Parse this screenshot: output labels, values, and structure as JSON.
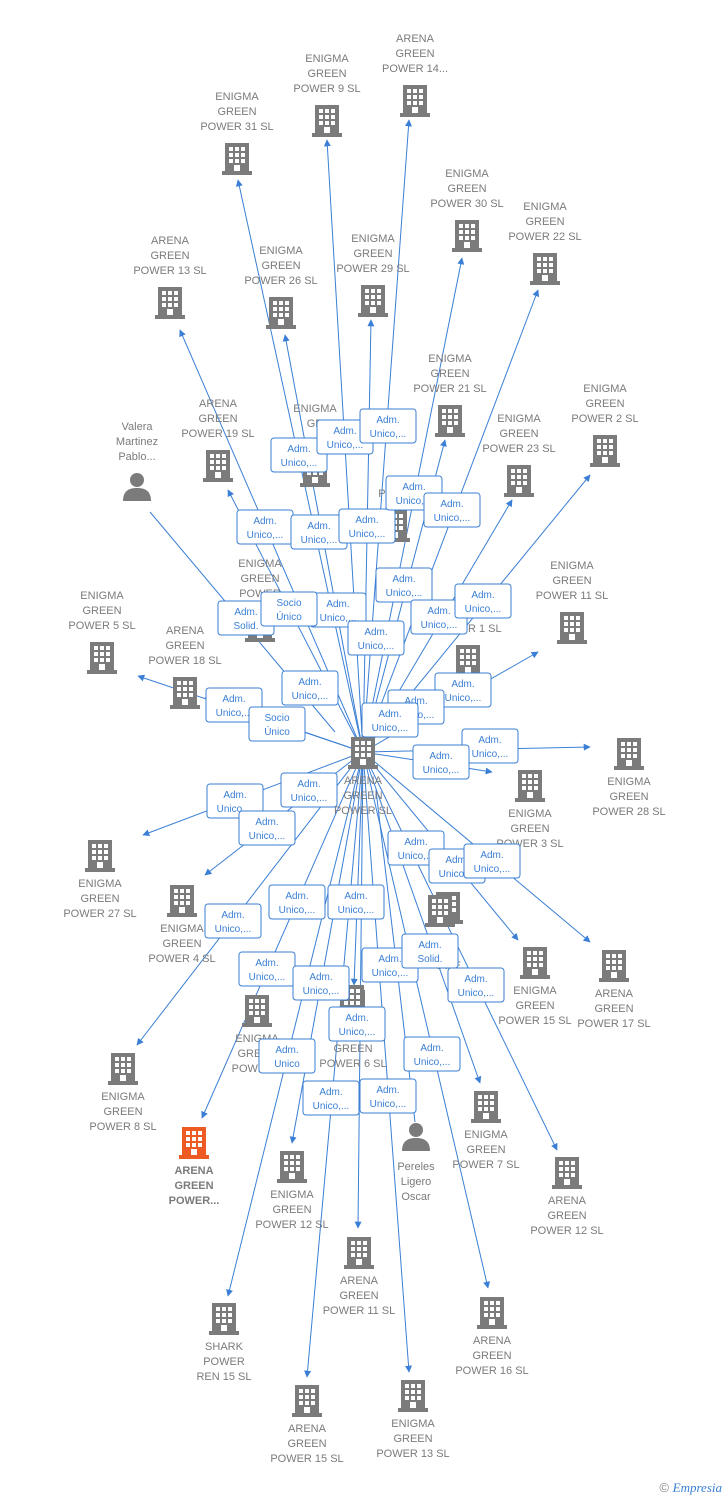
{
  "colors": {
    "edge": "#3a7fd5",
    "node": "#7b7b7b",
    "highlight": "#ee5a24",
    "label": "#7b7b7b"
  },
  "center": {
    "label": [
      "ARENA",
      "GREEN",
      "POWER  SL"
    ]
  },
  "nodes": [
    {
      "id": "arena14",
      "label": [
        "ARENA",
        "GREEN",
        "POWER 14..."
      ],
      "kind": "company"
    },
    {
      "id": "enigma9",
      "label": [
        "ENIGMA",
        "GREEN",
        "POWER 9  SL"
      ],
      "kind": "company"
    },
    {
      "id": "enigma31",
      "label": [
        "ENIGMA",
        "GREEN",
        "POWER 31  SL"
      ],
      "kind": "company"
    },
    {
      "id": "enigma30",
      "label": [
        "ENIGMA",
        "GREEN",
        "POWER 30  SL"
      ],
      "kind": "company"
    },
    {
      "id": "enigma22",
      "label": [
        "ENIGMA",
        "GREEN",
        "POWER 22  SL"
      ],
      "kind": "company"
    },
    {
      "id": "arena13",
      "label": [
        "ARENA",
        "GREEN",
        "POWER 13  SL"
      ],
      "kind": "company"
    },
    {
      "id": "enigma26",
      "label": [
        "ENIGMA",
        "GREEN",
        "POWER 26  SL"
      ],
      "kind": "company"
    },
    {
      "id": "enigma29",
      "label": [
        "ENIGMA",
        "GREEN",
        "POWER 29  SL"
      ],
      "kind": "company"
    },
    {
      "id": "enigma21",
      "label": [
        "ENIGMA",
        "GREEN",
        "POWER 21  SL"
      ],
      "kind": "company"
    },
    {
      "id": "enigma2",
      "label": [
        "ENIGMA",
        "GREEN",
        "POWER 2  SL"
      ],
      "kind": "company"
    },
    {
      "id": "valera",
      "label": [
        "Valera",
        "Martinez",
        "Pablo..."
      ],
      "kind": "person"
    },
    {
      "id": "arena19",
      "label": [
        "ARENA",
        "GREEN",
        "POWER 19  SL"
      ],
      "kind": "company"
    },
    {
      "id": "enigma23",
      "label": [
        "ENIGMA",
        "GREEN",
        "POWER 23  SL"
      ],
      "kind": "company"
    },
    {
      "id": "enigma11",
      "label": [
        "ENIGMA",
        "GREEN",
        "POWER 11  SL"
      ],
      "kind": "company"
    },
    {
      "id": "enigma5",
      "label": [
        "ENIGMA",
        "GREEN",
        "POWER 5  SL"
      ],
      "kind": "company"
    },
    {
      "id": "arena18",
      "label": [
        "ARENA",
        "GREEN",
        "POWER 18  SL"
      ],
      "kind": "company"
    },
    {
      "id": "enigma28",
      "label": [
        "ENIGMA",
        "GREEN",
        "POWER 28  SL"
      ],
      "kind": "company"
    },
    {
      "id": "enigma3",
      "label": [
        "ENIGMA",
        "GREEN",
        "POWER 3  SL"
      ],
      "kind": "company"
    },
    {
      "id": "enigma27",
      "label": [
        "ENIGMA",
        "GREEN",
        "POWER 27  SL"
      ],
      "kind": "company"
    },
    {
      "id": "enigma4",
      "label": [
        "ENIGMA",
        "GREEN",
        "POWER 4  SL"
      ],
      "kind": "company"
    },
    {
      "id": "enigma15",
      "label": [
        "ENIGMA",
        "GREEN",
        "POWER 15  SL"
      ],
      "kind": "company"
    },
    {
      "id": "arena17",
      "label": [
        "ARENA",
        "GREEN",
        "POWER 17  SL"
      ],
      "kind": "company"
    },
    {
      "id": "enigma8",
      "label": [
        "ENIGMA",
        "GREEN",
        "POWER 8  SL"
      ],
      "kind": "company"
    },
    {
      "id": "arenaHL",
      "label": [
        "ARENA",
        "GREEN",
        "POWER..."
      ],
      "kind": "highlight"
    },
    {
      "id": "enigma6",
      "label": [
        "ENIGMA",
        "GREEN",
        "POWER 6  SL"
      ],
      "kind": "company"
    },
    {
      "id": "enigma7",
      "label": [
        "ENIGMA",
        "GREEN",
        "POWER 7  SL"
      ],
      "kind": "company"
    },
    {
      "id": "arena12",
      "label": [
        "ARENA",
        "GREEN",
        "POWER 12  SL"
      ],
      "kind": "company"
    },
    {
      "id": "pereles",
      "label": [
        "Pereles",
        "Ligero",
        "Oscar"
      ],
      "kind": "person"
    },
    {
      "id": "enigma12",
      "label": [
        "ENIGMA",
        "GREEN",
        "POWER 12  SL"
      ],
      "kind": "company"
    },
    {
      "id": "arena11",
      "label": [
        "ARENA",
        "GREEN",
        "POWER 11  SL"
      ],
      "kind": "company"
    },
    {
      "id": "shark15",
      "label": [
        "SHARK",
        "POWER",
        "REN 15  SL"
      ],
      "kind": "company"
    },
    {
      "id": "arena16",
      "label": [
        "ARENA",
        "GREEN",
        "POWER 16  SL"
      ],
      "kind": "company"
    },
    {
      "id": "arena15",
      "label": [
        "ARENA",
        "GREEN",
        "POWER 15  SL"
      ],
      "kind": "company"
    },
    {
      "id": "enigma13",
      "label": [
        "ENIGMA",
        "GREEN",
        "POWER 13  SL"
      ],
      "kind": "company"
    },
    {
      "id": "partialA",
      "label": [
        "ENIGMA",
        "GR",
        ""
      ],
      "kind": "company"
    },
    {
      "id": "partialB",
      "label": [
        "",
        "",
        "POWE"
      ],
      "kind": "company"
    },
    {
      "id": "partialC",
      "label": [
        "ENIGMA",
        "GREEN",
        "POWER"
      ],
      "kind": "company"
    },
    {
      "id": "partialD",
      "label": [
        "",
        "",
        "POWER 1  SL"
      ],
      "kind": "company"
    },
    {
      "id": "partialE",
      "label": [
        "ENIGMA",
        "GREEN",
        "POWER 2"
      ],
      "kind": "company"
    },
    {
      "id": "partialF",
      "label": [
        "",
        "A",
        "OWE"
      ],
      "kind": "company"
    },
    {
      "id": "partialG",
      "label": [
        "",
        "",
        ""
      ],
      "kind": "company"
    },
    {
      "id": "partialH",
      "label": [
        "",
        "",
        ""
      ],
      "kind": "company"
    }
  ],
  "roles": [
    [
      "Adm.",
      "Unico,..."
    ],
    [
      "Adm.",
      "Unico,..."
    ],
    [
      "Adm.",
      "Unico,..."
    ],
    [
      "Adm.",
      "Unico,..."
    ],
    [
      "Adm.",
      "Unico,..."
    ],
    [
      "Adm.",
      "Unico,..."
    ],
    [
      "Adm.",
      "Unico,..."
    ],
    [
      "Adm.",
      "Unico,..."
    ],
    [
      "Adm.",
      "Unico,..."
    ],
    [
      "Adm.",
      "Unico,..."
    ],
    [
      "Adm.",
      "Unico,..."
    ],
    [
      "Adm.",
      "Solid."
    ],
    [
      "Socio",
      "Único"
    ],
    [
      "Adm.",
      "Unico,..."
    ],
    [
      "Adm.",
      "Unico,..."
    ],
    [
      "Adm.",
      "Unico,..."
    ],
    [
      "Adm.",
      "Unico,..."
    ],
    [
      "Adm.",
      "Unico,..."
    ],
    [
      "Adm.",
      "Unico,..."
    ],
    [
      "Socio",
      "Único"
    ],
    [
      "Adm.",
      "Unico,..."
    ],
    [
      "Adm.",
      "Unico,..."
    ],
    [
      "Adm.",
      "Unico,..."
    ],
    [
      "Adm.",
      "Unico,..."
    ],
    [
      "Adm.",
      "Unico,..."
    ],
    [
      "Adm.",
      "Unico,..."
    ],
    [
      "Adm.",
      "Unico,..."
    ],
    [
      "Adm.",
      "Unico,..."
    ],
    [
      "Adm.",
      "Unico,..."
    ],
    [
      "Adm.",
      "Unico,..."
    ],
    [
      "Adm.",
      "Unico,..."
    ],
    [
      "Adm.",
      "Unico,..."
    ],
    [
      "Adm.",
      "Unico,..."
    ],
    [
      "Adm.",
      "Unico,..."
    ],
    [
      "Adm.",
      "Solid."
    ],
    [
      "Adm.",
      "Unico,..."
    ],
    [
      "Adm.",
      "Unico,..."
    ],
    [
      "Adm.",
      "Unico"
    ],
    [
      "Adm.",
      "Unico,..."
    ],
    [
      "Adm.",
      "Unico,..."
    ],
    [
      "Adm.",
      "Unico,..."
    ],
    [
      "Adm.",
      "Unico,..."
    ]
  ],
  "footer": {
    "copyright_symbol": "©",
    "brand": "Empresia"
  }
}
